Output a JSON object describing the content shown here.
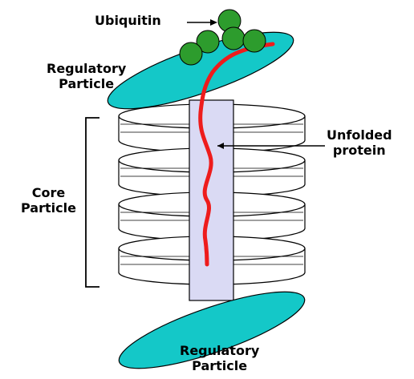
{
  "labels": {
    "ubiquitin": "Ubiquitin",
    "regulatory_particle_top": "Regulatory\nParticle",
    "core_particle": "Core\nParticle",
    "unfolded_protein": "Unfolded\nprotein",
    "regulatory_particle_bottom": "Regulatory\nParticle"
  },
  "colors": {
    "regulatory_particle": "#14c8c8",
    "ubiquitin": "#2d9c2d",
    "protein_chain": "#ee1c1c",
    "channel_fill": "#dadaf4",
    "outline": "#000000",
    "background": "#ffffff"
  },
  "structure": {
    "core_ring_count": 4,
    "ubiquitin_count": 5
  }
}
